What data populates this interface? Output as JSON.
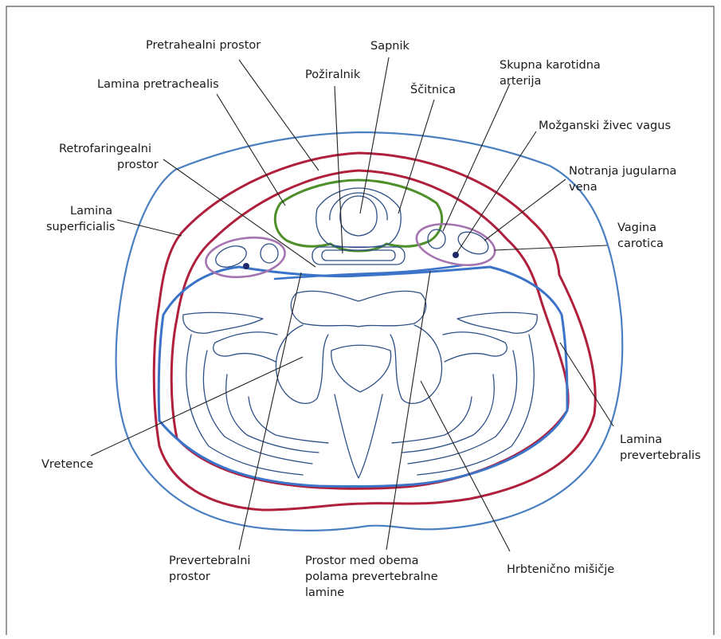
{
  "colors": {
    "skin": "#4a7fc0",
    "superficial": "#b01f3c",
    "pretracheal": "#4e8f2a",
    "carotid_sheath": "#a574b0",
    "prevertebral": "#3b73c9",
    "structures": "#2e4f86",
    "leader": "#222222"
  },
  "labels": {
    "pretrahealni": "Pretrahealni prostor",
    "sapnik": "Sapnik",
    "lamina_pretrachealis": "Lamina pretrachealis",
    "poziralnik": "Požiralnik",
    "scitnica": "Ščitnica",
    "karotidna_1": "Skupna karotidna",
    "karotidna_2": "arterija",
    "vagus": "Možganski živec vagus",
    "retro_1": "Retrofaringealni",
    "retro_2": "prostor",
    "jugularna_1": "Notranja jugularna",
    "jugularna_2": "vena",
    "superficialis_1": "Lamina",
    "superficialis_2": "superficialis",
    "vagina_1": "Vagina",
    "vagina_2": "carotica",
    "vretence": "Vretence",
    "prevertebralis_1": "Lamina",
    "prevertebralis_2": "prevertebralis",
    "prevertebralni_1": "Prevertebralni",
    "prevertebralni_2": "prostor",
    "med_obema_1": "Prostor med obema",
    "med_obema_2": "polama prevertebralne",
    "med_obema_3": "lamine",
    "misicje": "Hrbtenično mišičje"
  }
}
